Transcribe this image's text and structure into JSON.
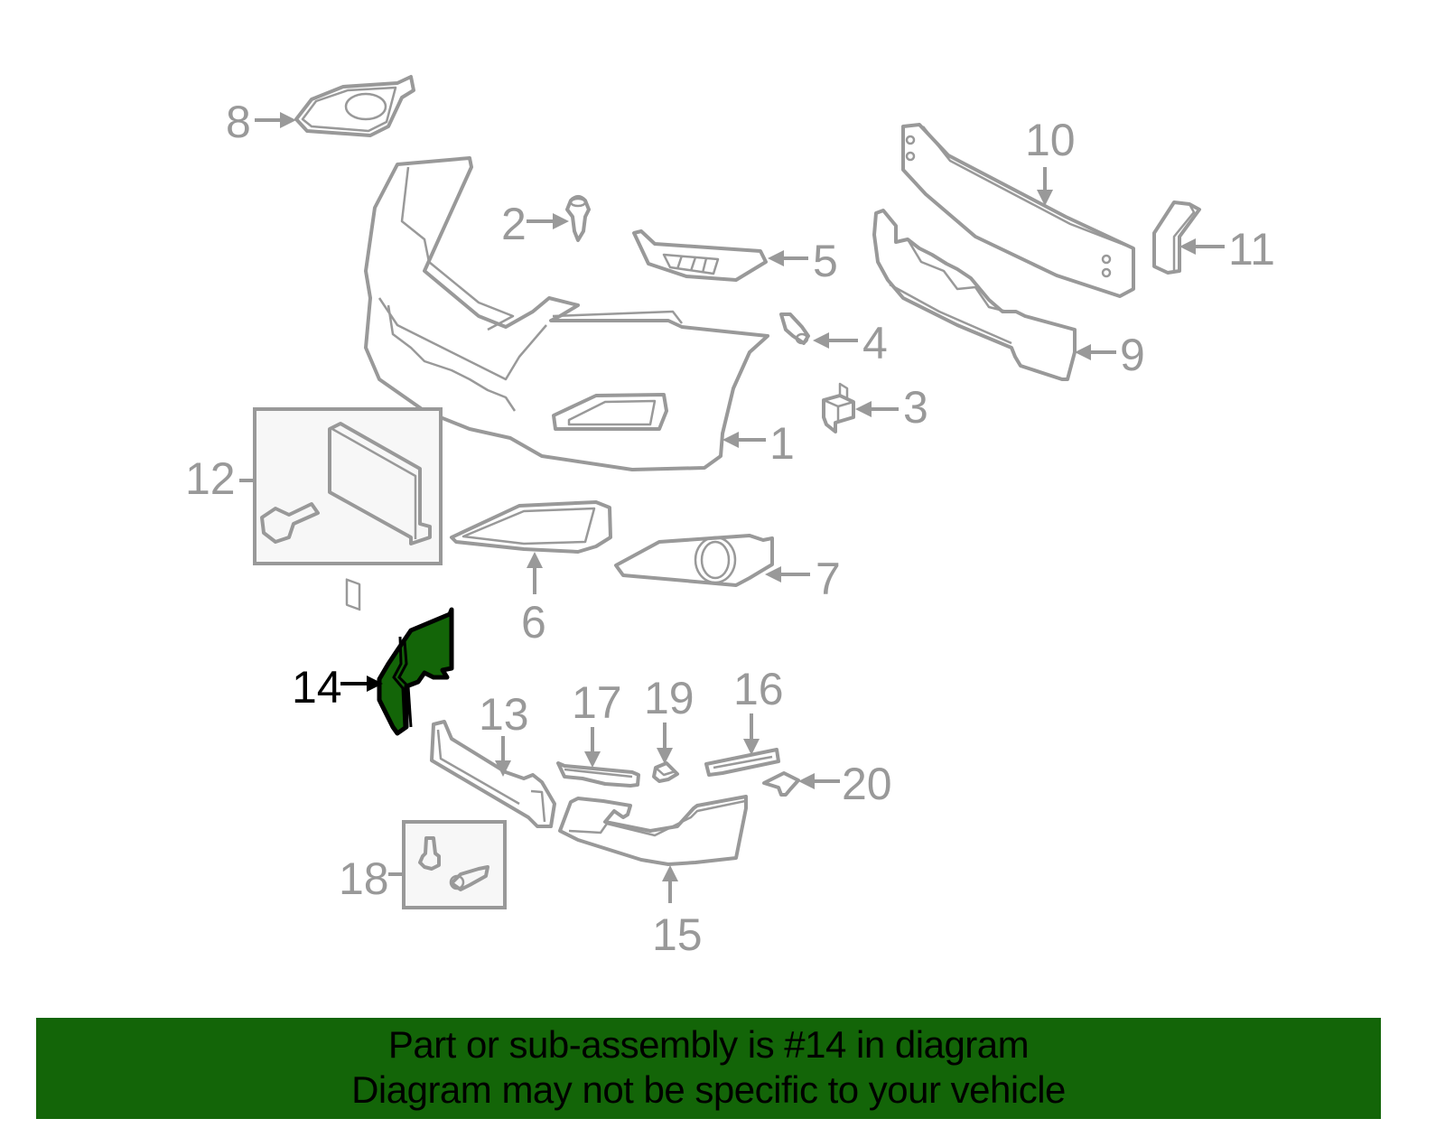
{
  "diagram": {
    "title": "Front bumper exploded parts diagram",
    "highlighted_part": "14",
    "highlight_color": "#136508",
    "line_color": "#999999",
    "callouts": [
      {
        "id": "1",
        "label": "1"
      },
      {
        "id": "2",
        "label": "2"
      },
      {
        "id": "3",
        "label": "3"
      },
      {
        "id": "4",
        "label": "4"
      },
      {
        "id": "5",
        "label": "5"
      },
      {
        "id": "6",
        "label": "6"
      },
      {
        "id": "7",
        "label": "7"
      },
      {
        "id": "8",
        "label": "8"
      },
      {
        "id": "9",
        "label": "9"
      },
      {
        "id": "10",
        "label": "10"
      },
      {
        "id": "11",
        "label": "11"
      },
      {
        "id": "12",
        "label": "12"
      },
      {
        "id": "13",
        "label": "13"
      },
      {
        "id": "14",
        "label": "14"
      },
      {
        "id": "15",
        "label": "15"
      },
      {
        "id": "16",
        "label": "16"
      },
      {
        "id": "17",
        "label": "17"
      },
      {
        "id": "18",
        "label": "18"
      },
      {
        "id": "19",
        "label": "19"
      },
      {
        "id": "20",
        "label": "20"
      }
    ]
  },
  "banner": {
    "line1": "Part or sub-assembly is #14 in diagram",
    "line2": "Diagram may not be specific to your vehicle",
    "background": "#136508"
  }
}
